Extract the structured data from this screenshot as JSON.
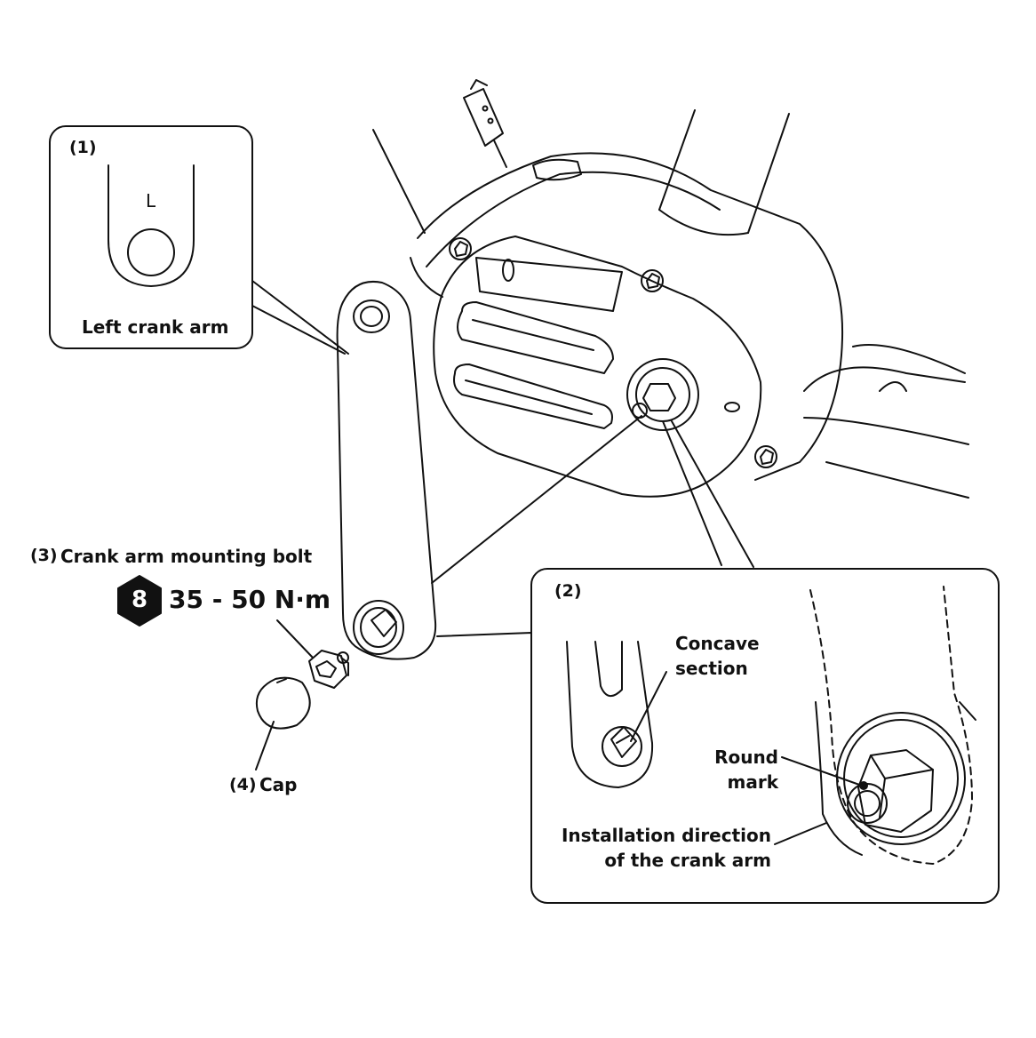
{
  "callouts": {
    "c1": {
      "number": "(1)",
      "letter": "L",
      "caption": "Left crank arm"
    },
    "c2": {
      "number": "(2)",
      "concave": [
        "Concave",
        "section"
      ],
      "round": [
        "Round",
        "mark"
      ],
      "direction": [
        "Installation direction",
        "of the crank arm"
      ]
    },
    "c3": {
      "number": "(3)",
      "label": "Crank arm mounting bolt",
      "tool_size": "8",
      "torque": "35 - 50 N·m"
    },
    "c4": {
      "number": "(4)",
      "label": "Cap"
    }
  }
}
